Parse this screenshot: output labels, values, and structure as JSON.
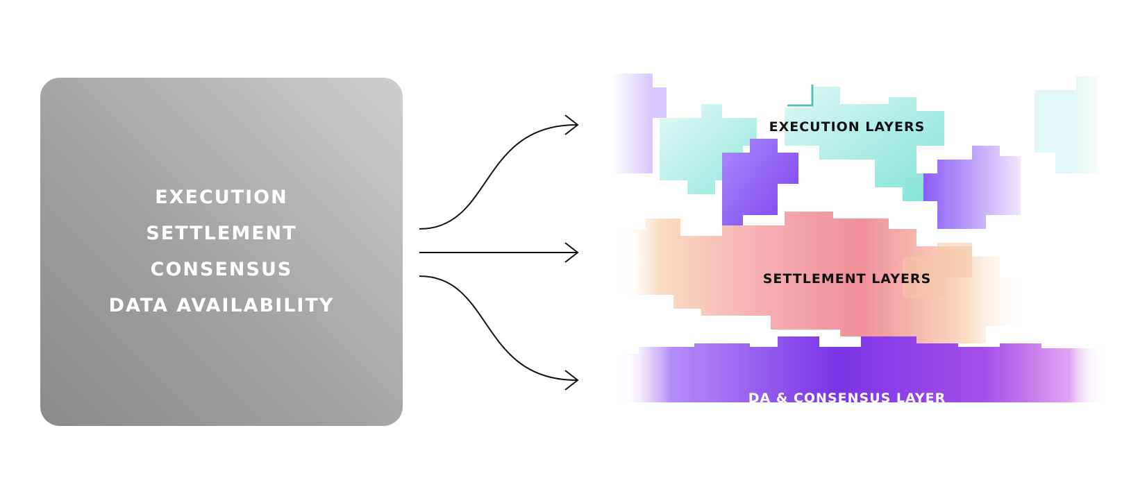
{
  "monolithic": {
    "items": [
      "EXECUTION",
      "SETTLEMENT",
      "CONSENSUS",
      "DATA AVAILABILITY"
    ]
  },
  "modular": {
    "execution_label": "EXECUTION LAYERS",
    "settlement_label": "SETTLEMENT LAYERS",
    "da_label": "DA & CONSENSUS LAYER"
  },
  "colors": {
    "execution": "#7fe3d6",
    "purple_block": "#8b5cf6",
    "settlement": "#f08f9a",
    "settlement_warm": "#f9dcc0",
    "da_band": "#7a35e6",
    "da_band_edge": "#e4a6f2"
  }
}
